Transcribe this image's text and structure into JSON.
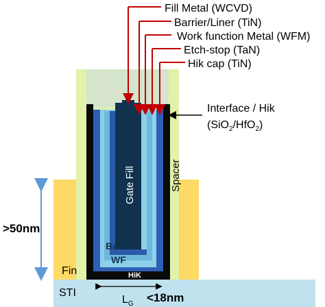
{
  "diagram": {
    "callouts": {
      "fill_metal": "Fill Metal (WCVD)",
      "barrier_liner": "Barrier/Liner (TiN)",
      "work_function": "Work function Metal (WFM)",
      "etch_stop": "Etch-stop (TaN)",
      "hik_cap": "Hik cap (TiN)"
    },
    "interface": {
      "line1": "Interface / Hik",
      "sio2": "SiO",
      "sio2_sub": "2",
      "slash": "/HfO",
      "hfo2_sub": "2",
      "close": ")",
      "open": "("
    },
    "region_labels": {
      "gate_fill": "Gate Fill",
      "spacer": "Spacer",
      "barrier": "Barrier",
      "wf": "WF",
      "hik": "HiK",
      "fin": "Fin",
      "sti": "STI"
    },
    "dimensions": {
      "height": ">50nm",
      "gate_length_symbol": "L",
      "gate_length_sub": "G",
      "gate_length_value": "<18nm"
    },
    "colors": {
      "callout_arrow": "#c00000",
      "fin": "#ffd966",
      "sti": "#bfe2ee",
      "spacer": "#e2f2a8",
      "gate_fill": "#10324e",
      "barrier": "#2a5aa8",
      "wf": "#8ed0ea",
      "hik": "#0a0a0a",
      "dimension_arrow": "#5b9bd5"
    }
  }
}
